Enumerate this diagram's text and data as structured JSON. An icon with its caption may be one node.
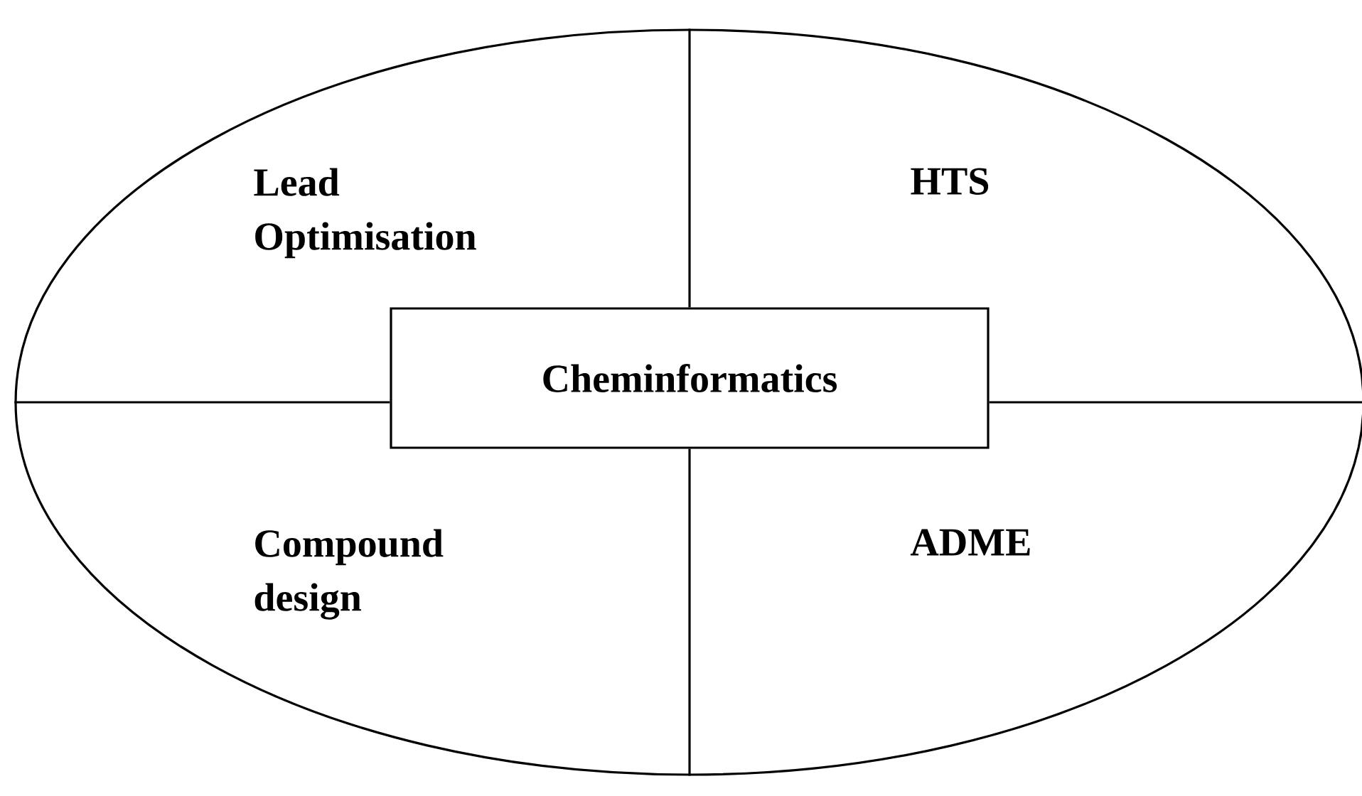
{
  "diagram": {
    "nodes": [
      {
        "text": [],
        "shape": "ellipse"
      },
      {
        "text": [
          "Cheminformatics"
        ],
        "in": 0
      }
    ],
    "edges": [
      {
        "from": 1,
        "to": 0,
        "arrow": "none"
      },
      {
        "from": 1,
        "to": 0,
        "arrow": "none"
      },
      {
        "from": 1,
        "to": 0,
        "arrow": "none"
      },
      {
        "from": 1,
        "to": 0,
        "arrow": "none"
      }
    ],
    "labels": [
      "Lead Optimisation",
      "HTS",
      "Compound design",
      "ADME"
    ]
  }
}
